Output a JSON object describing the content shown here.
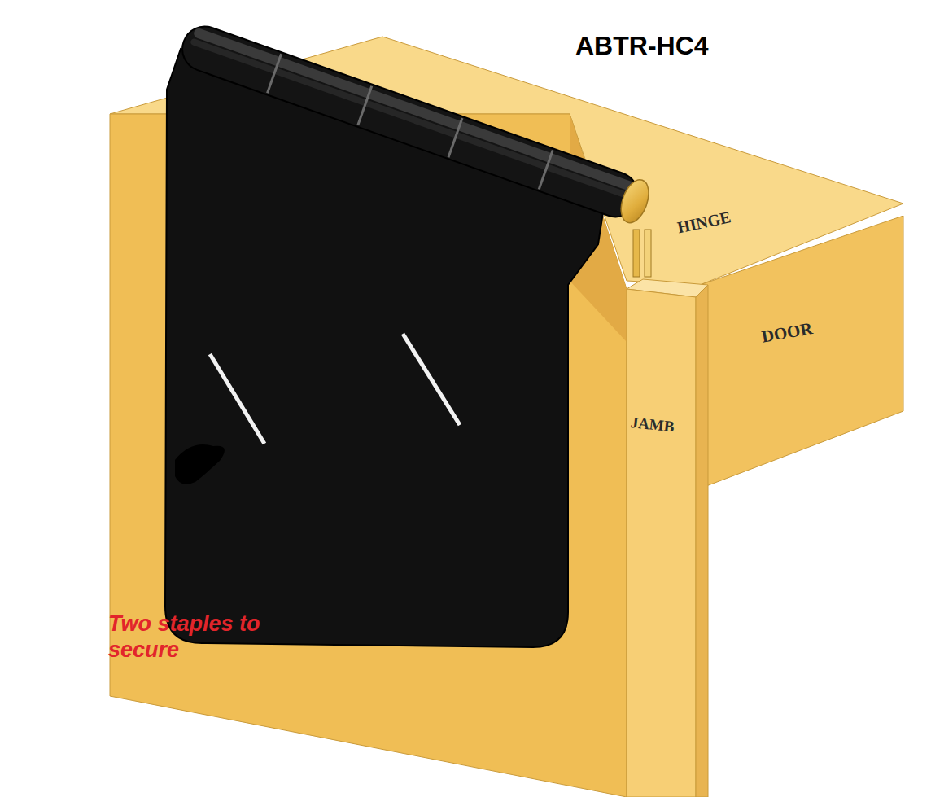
{
  "diagram": {
    "title": "ABTR-HC4",
    "labels": [
      "HINGE",
      "DOOR",
      "JAMB",
      "Two staples to secure"
    ]
  }
}
